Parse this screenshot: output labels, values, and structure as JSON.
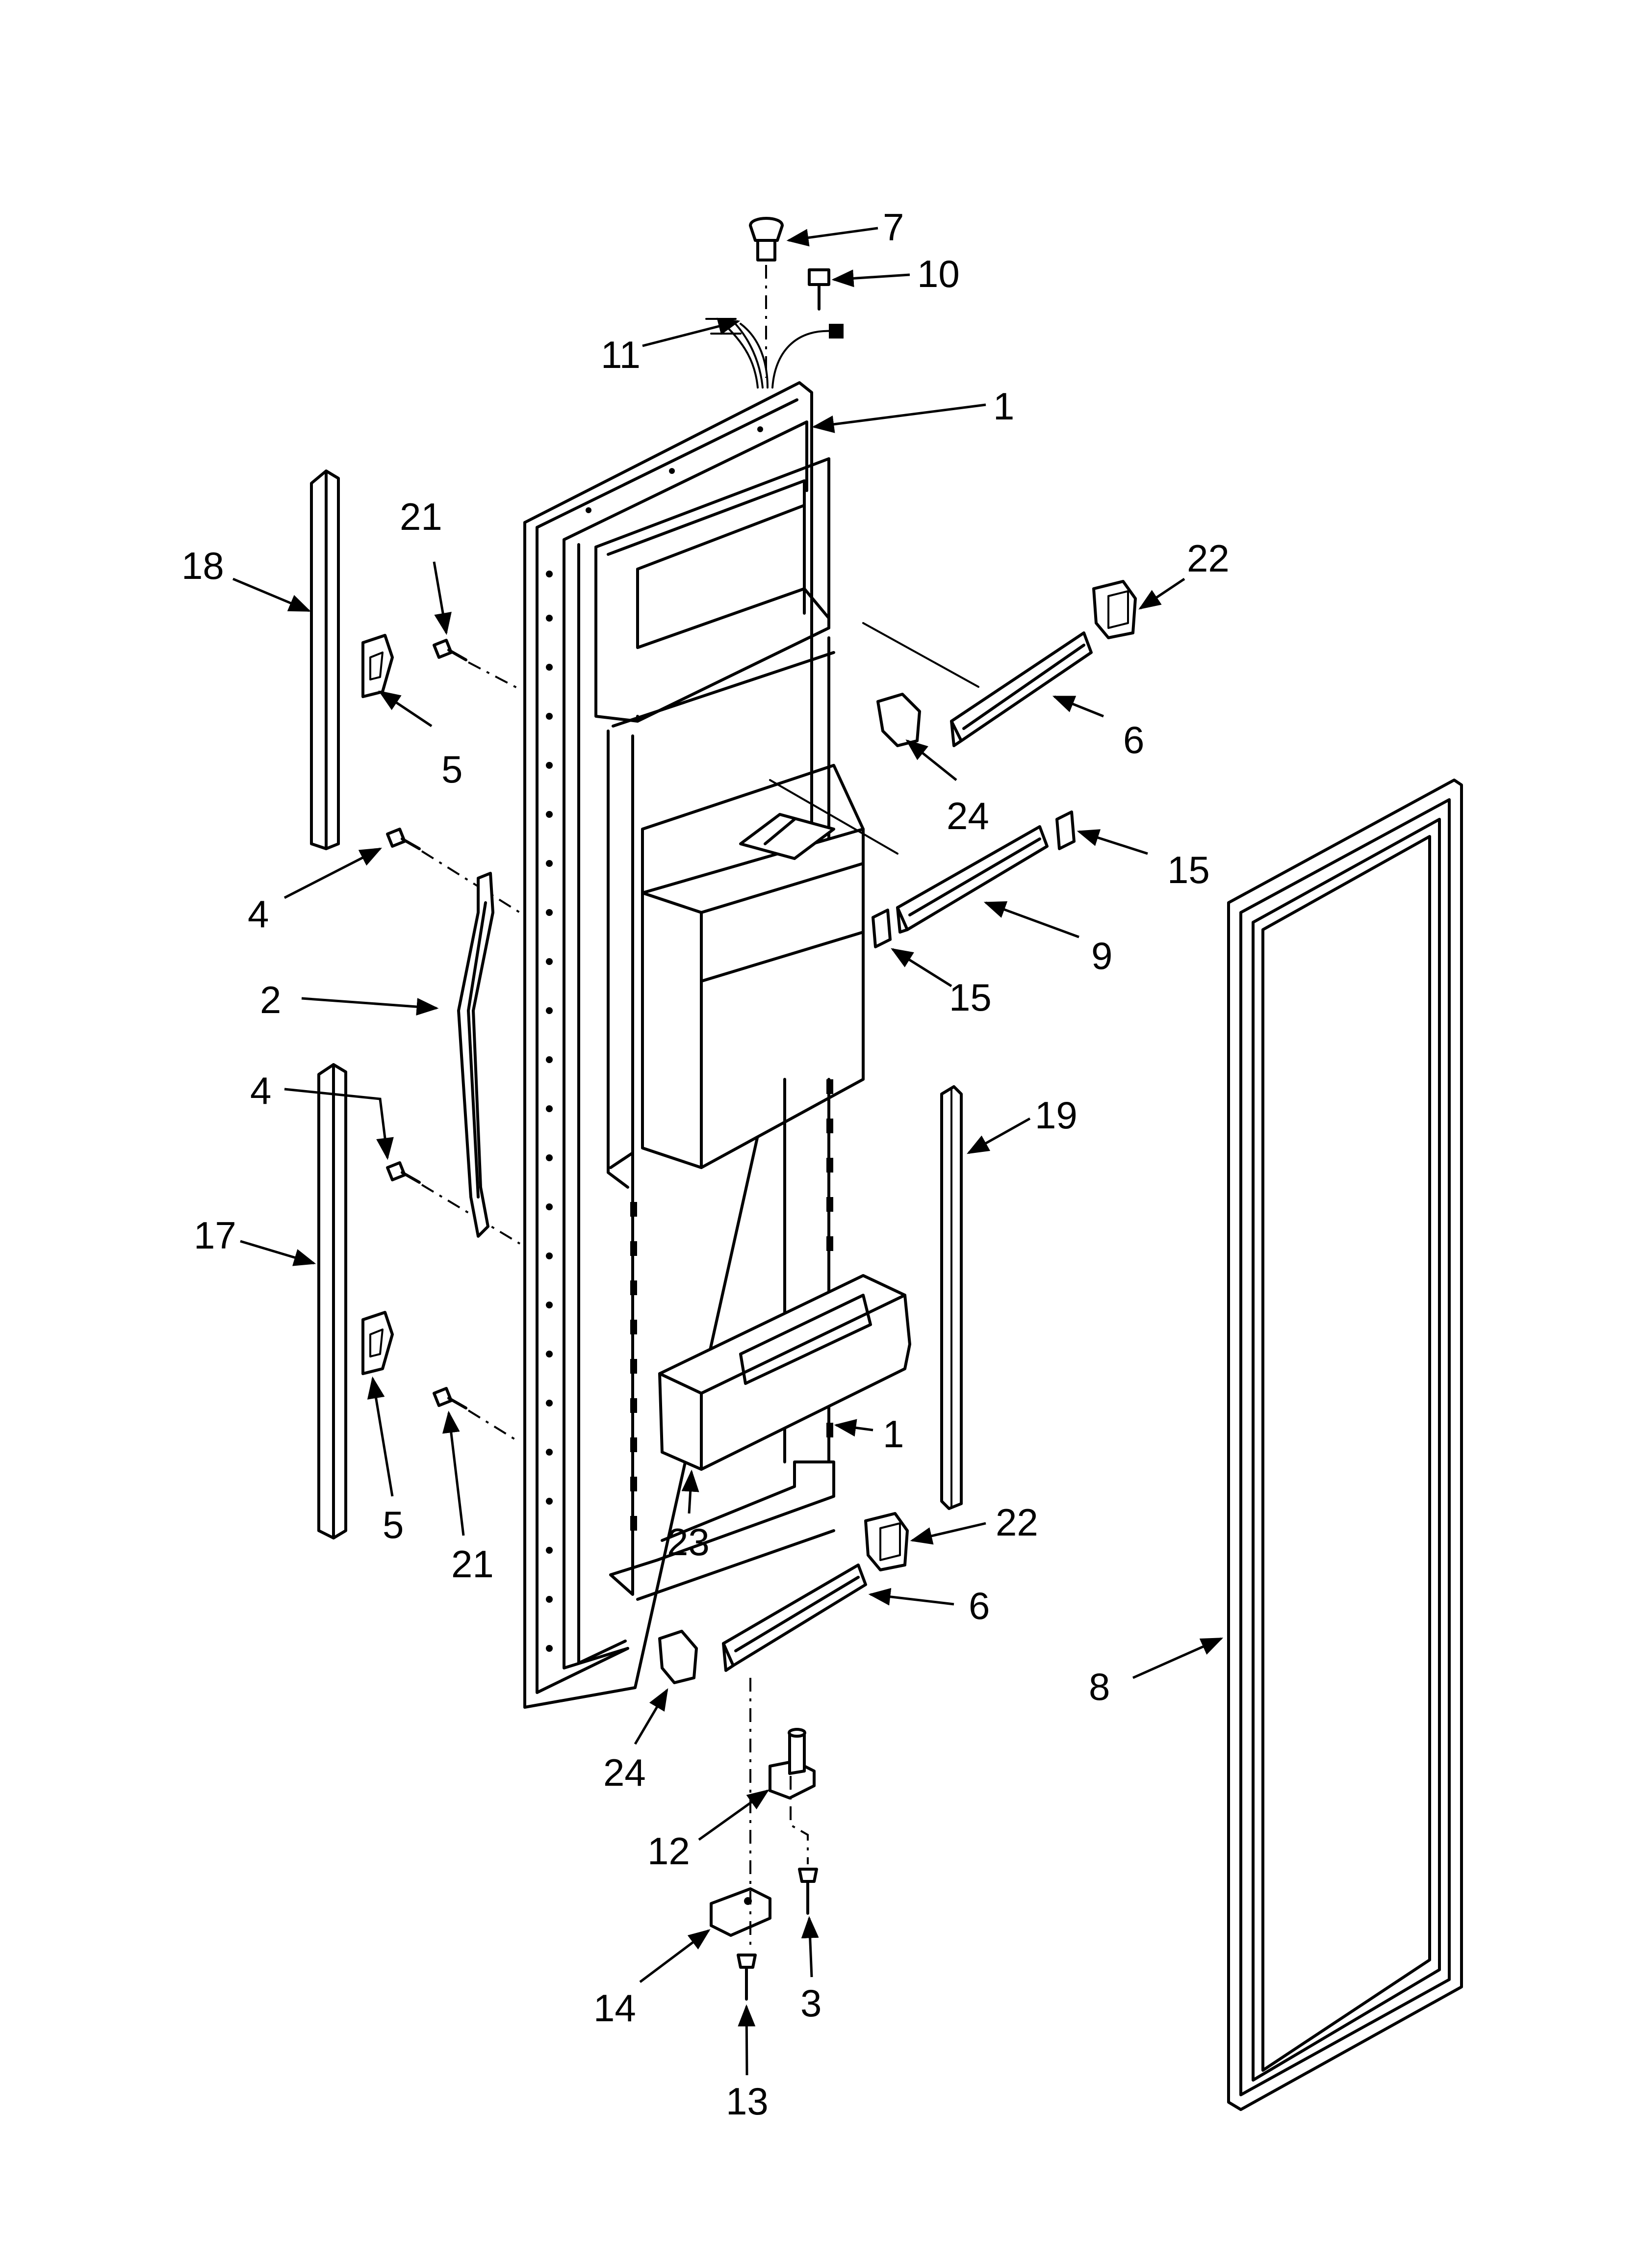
{
  "diagram": {
    "callouts": {
      "c7": "7",
      "c10": "10",
      "c11": "11",
      "c1_top": "1",
      "c21_top": "21",
      "c18": "18",
      "c22_top": "22",
      "c5_top": "5",
      "c6_top": "6",
      "c24_top": "24",
      "c15_right": "15",
      "c4_top": "4",
      "c9": "9",
      "c15_left": "15",
      "c2": "2",
      "c4_bottom": "4",
      "c19": "19",
      "c17": "17",
      "c1_bottom": "1",
      "c5_bottom": "5",
      "c21_bottom": "21",
      "c23": "23",
      "c22_bottom": "22",
      "c6_bottom": "6",
      "c8": "8",
      "c24_bottom": "24",
      "c12": "12",
      "c3": "3",
      "c14": "14",
      "c13": "13"
    }
  }
}
